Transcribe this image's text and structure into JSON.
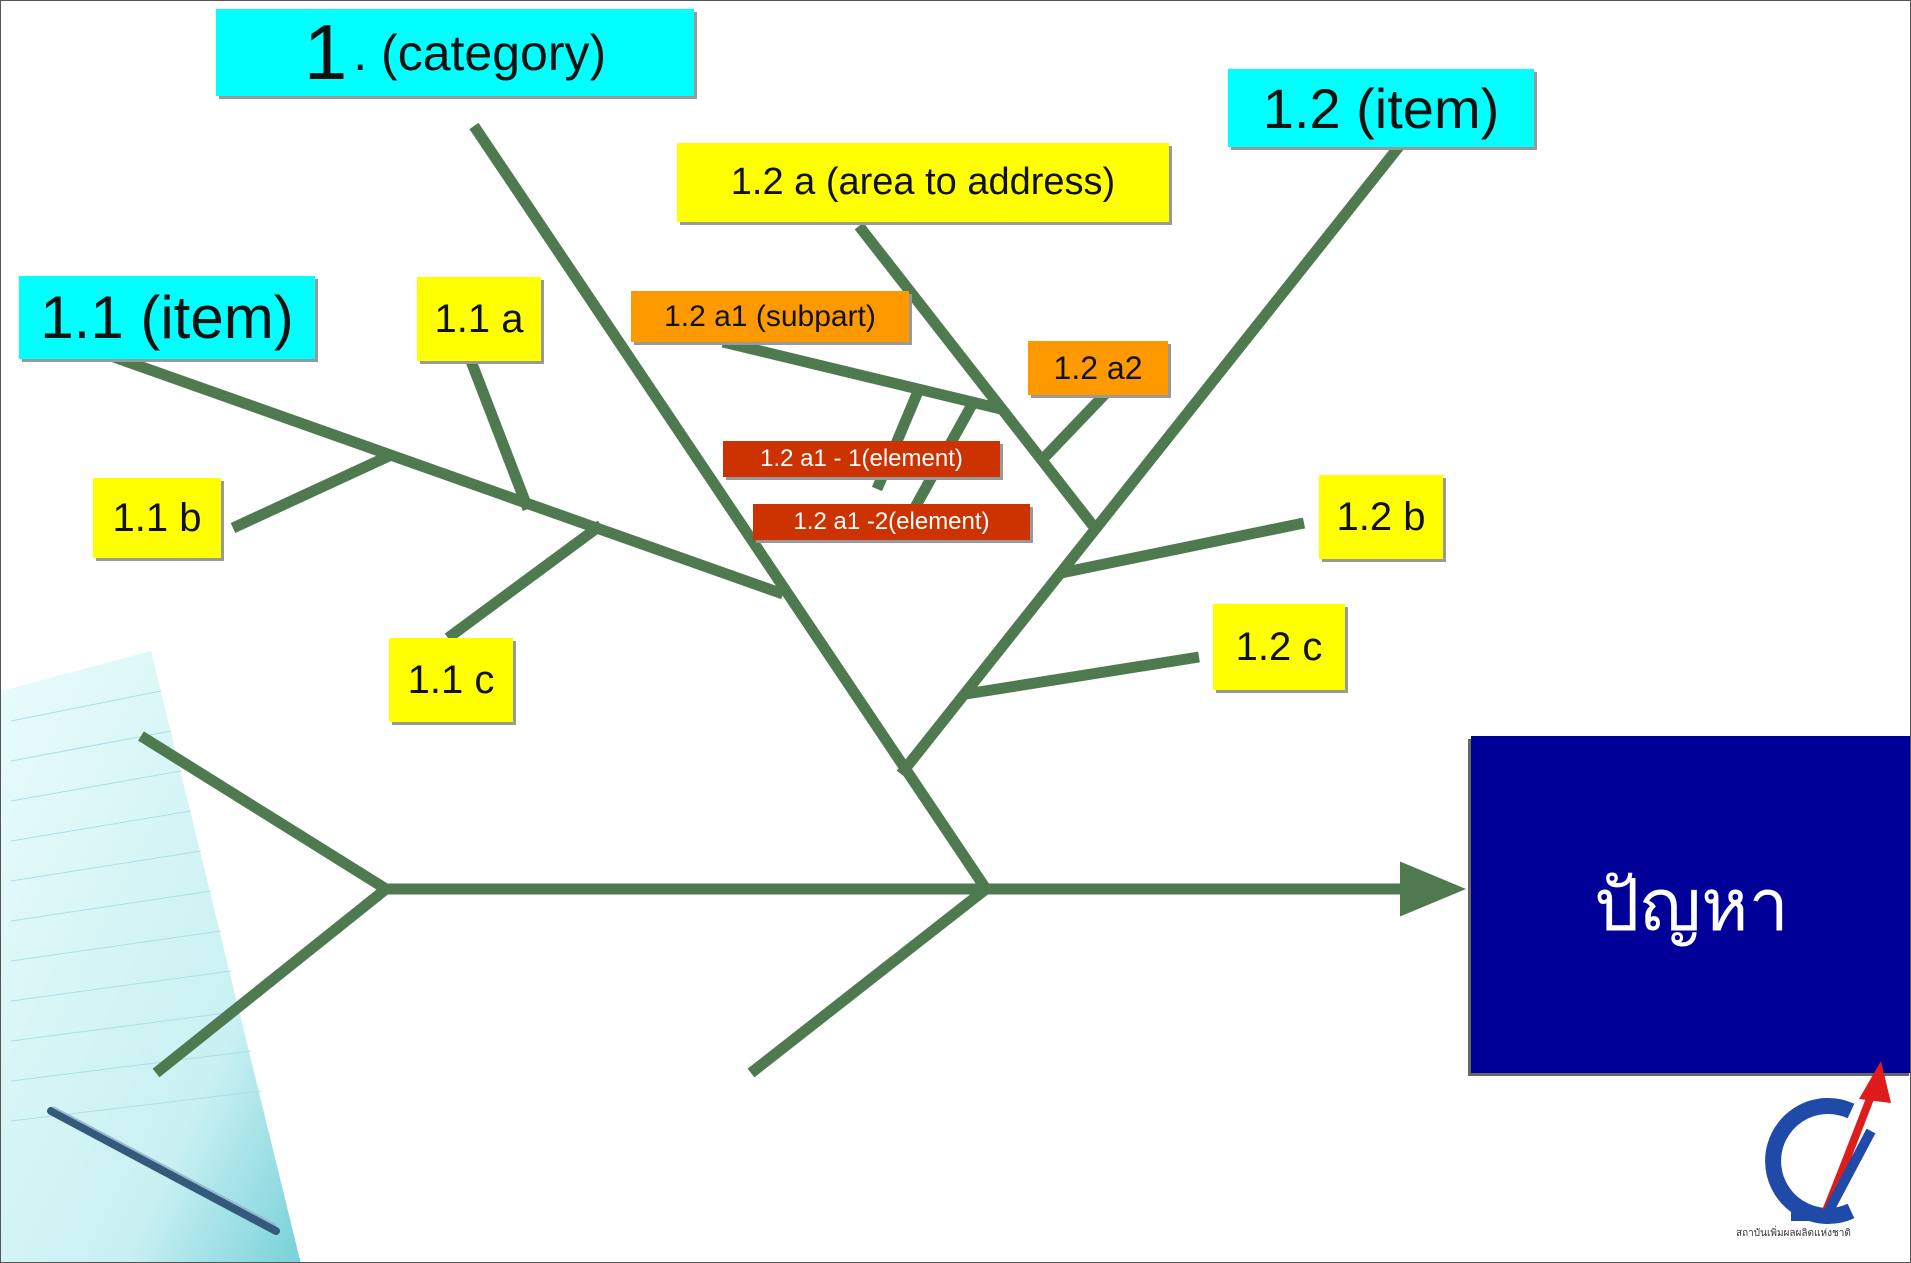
{
  "colors": {
    "bone": "#4f7a4f",
    "cyan": "#00ffff",
    "yellow": "#ffff00",
    "orange": "#ff9900",
    "red": "#cc3300",
    "problem_bg": "#000099"
  },
  "labels": {
    "category_num": "1",
    "category_text": ". (category)",
    "item_1_2": "1.2 (item)",
    "item_1_1": "1.1 (item)",
    "area_1_2a": "1.2 a  (area to address)",
    "sub_1_2a1": "1.2 a1  (subpart)",
    "sub_1_2a2": "1.2 a2",
    "elem_1": "1.2 a1 - 1(element)",
    "elem_2": "1.2 a1 -2(element)",
    "lbl_1_1a": "1.1 a",
    "lbl_1_1b": "1.1 b",
    "lbl_1_1c": "1.1 c",
    "lbl_1_2b": "1.2 b",
    "lbl_1_2c": "1.2 c"
  },
  "problem": {
    "text": "ปัญหา"
  },
  "logo": {
    "caption": "สถาบันเพิ่มผลผลิตแห่งชาติ"
  }
}
